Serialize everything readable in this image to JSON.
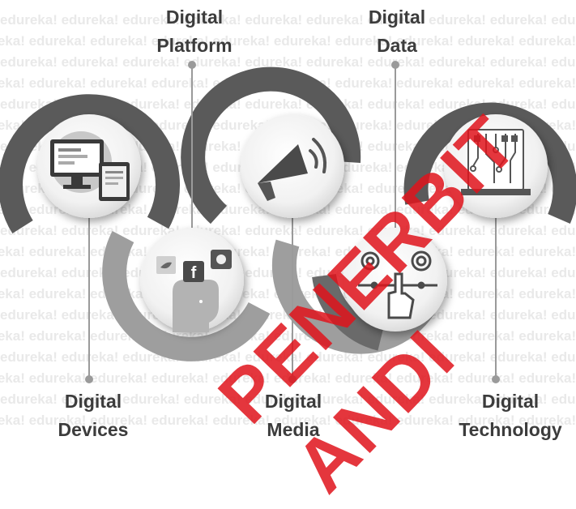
{
  "nodes": [
    {
      "line1": "Digital",
      "line2": "Devices",
      "icon": "devices-icon"
    },
    {
      "line1": "Digital",
      "line2": "Platform",
      "icon": "social-media-icon"
    },
    {
      "line1": "Digital",
      "line2": "Media",
      "icon": "megaphone-icon"
    },
    {
      "line1": "Digital",
      "line2": "Data",
      "icon": "data-gears-icon"
    },
    {
      "line1": "Digital",
      "line2": "Technology",
      "icon": "circuit-laptop-icon"
    }
  ],
  "background_text": "edureka!",
  "watermark": [
    "PENERBIT",
    "ANDI"
  ],
  "colors": {
    "label_text": "#3c3c3c",
    "ring_dark": "#555555",
    "ring_light": "#a9a9a9",
    "watermark": "#e0141c"
  }
}
